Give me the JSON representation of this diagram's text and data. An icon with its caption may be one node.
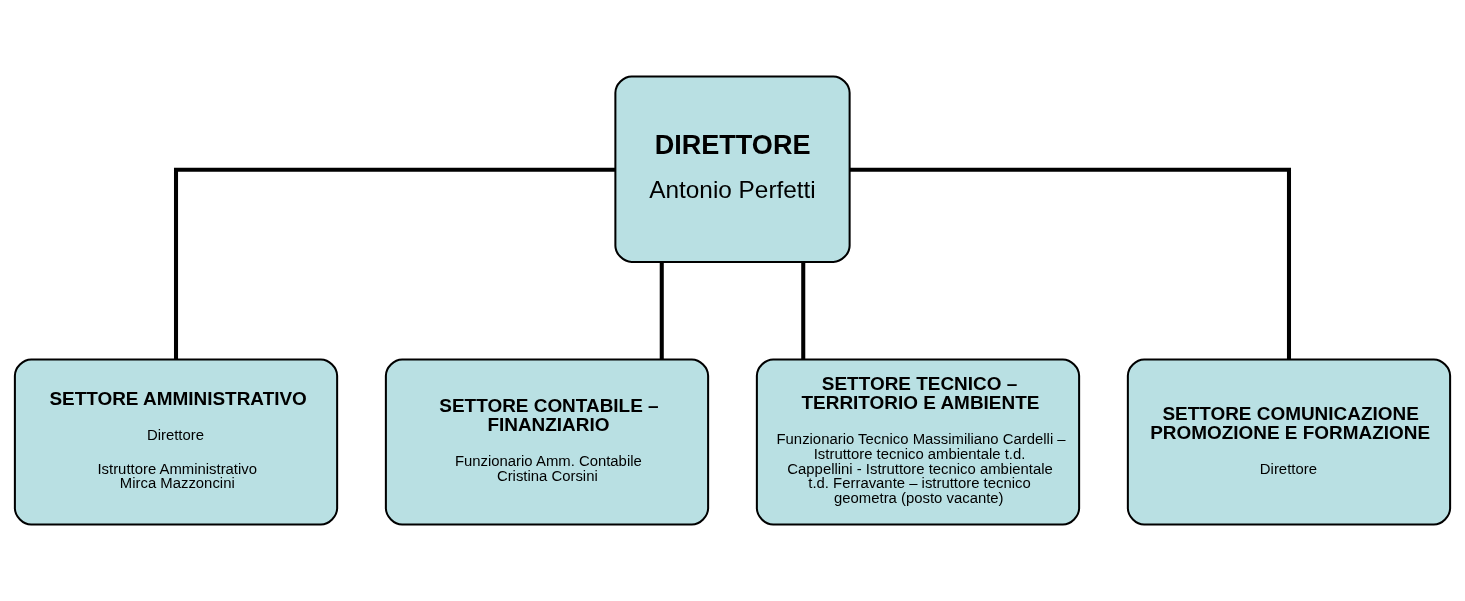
{
  "diagram": {
    "nodes": [
      {
        "text": [
          "DIRETTORE",
          "Antonio Perfetti"
        ]
      },
      {
        "text": [
          "SETTORE AMMINISTRATIVO",
          "Direttore",
          "Istruttore Amministrativo Mirca Mazzoncini"
        ]
      },
      {
        "text": [
          "SETTORE CONTABILE – FINANZIARIO",
          "Funzionario Amm. Contabile Cristina Corsini"
        ]
      },
      {
        "text": [
          "SETTORE TECNICO – TERRITORIO E AMBIENTE",
          "Funzionario Tecnico Massimiliano Cardelli – Istruttore tecnico ambientale t.d. Cappellini - Istruttore tecnico ambientale t.d. Ferravante – istruttore tecnico geometra (posto vacante)"
        ]
      },
      {
        "text": [
          "SETTORE COMUNICAZIONE PROMOZIONE E FORMAZIONE",
          "Direttore"
        ]
      }
    ],
    "edges": [
      {
        "from": 0,
        "to": 1,
        "arrow": "none"
      },
      {
        "from": 0,
        "to": 2,
        "arrow": "none"
      },
      {
        "from": 0,
        "to": 3,
        "arrow": "none"
      },
      {
        "from": 0,
        "to": 4,
        "arrow": "none"
      }
    ]
  }
}
